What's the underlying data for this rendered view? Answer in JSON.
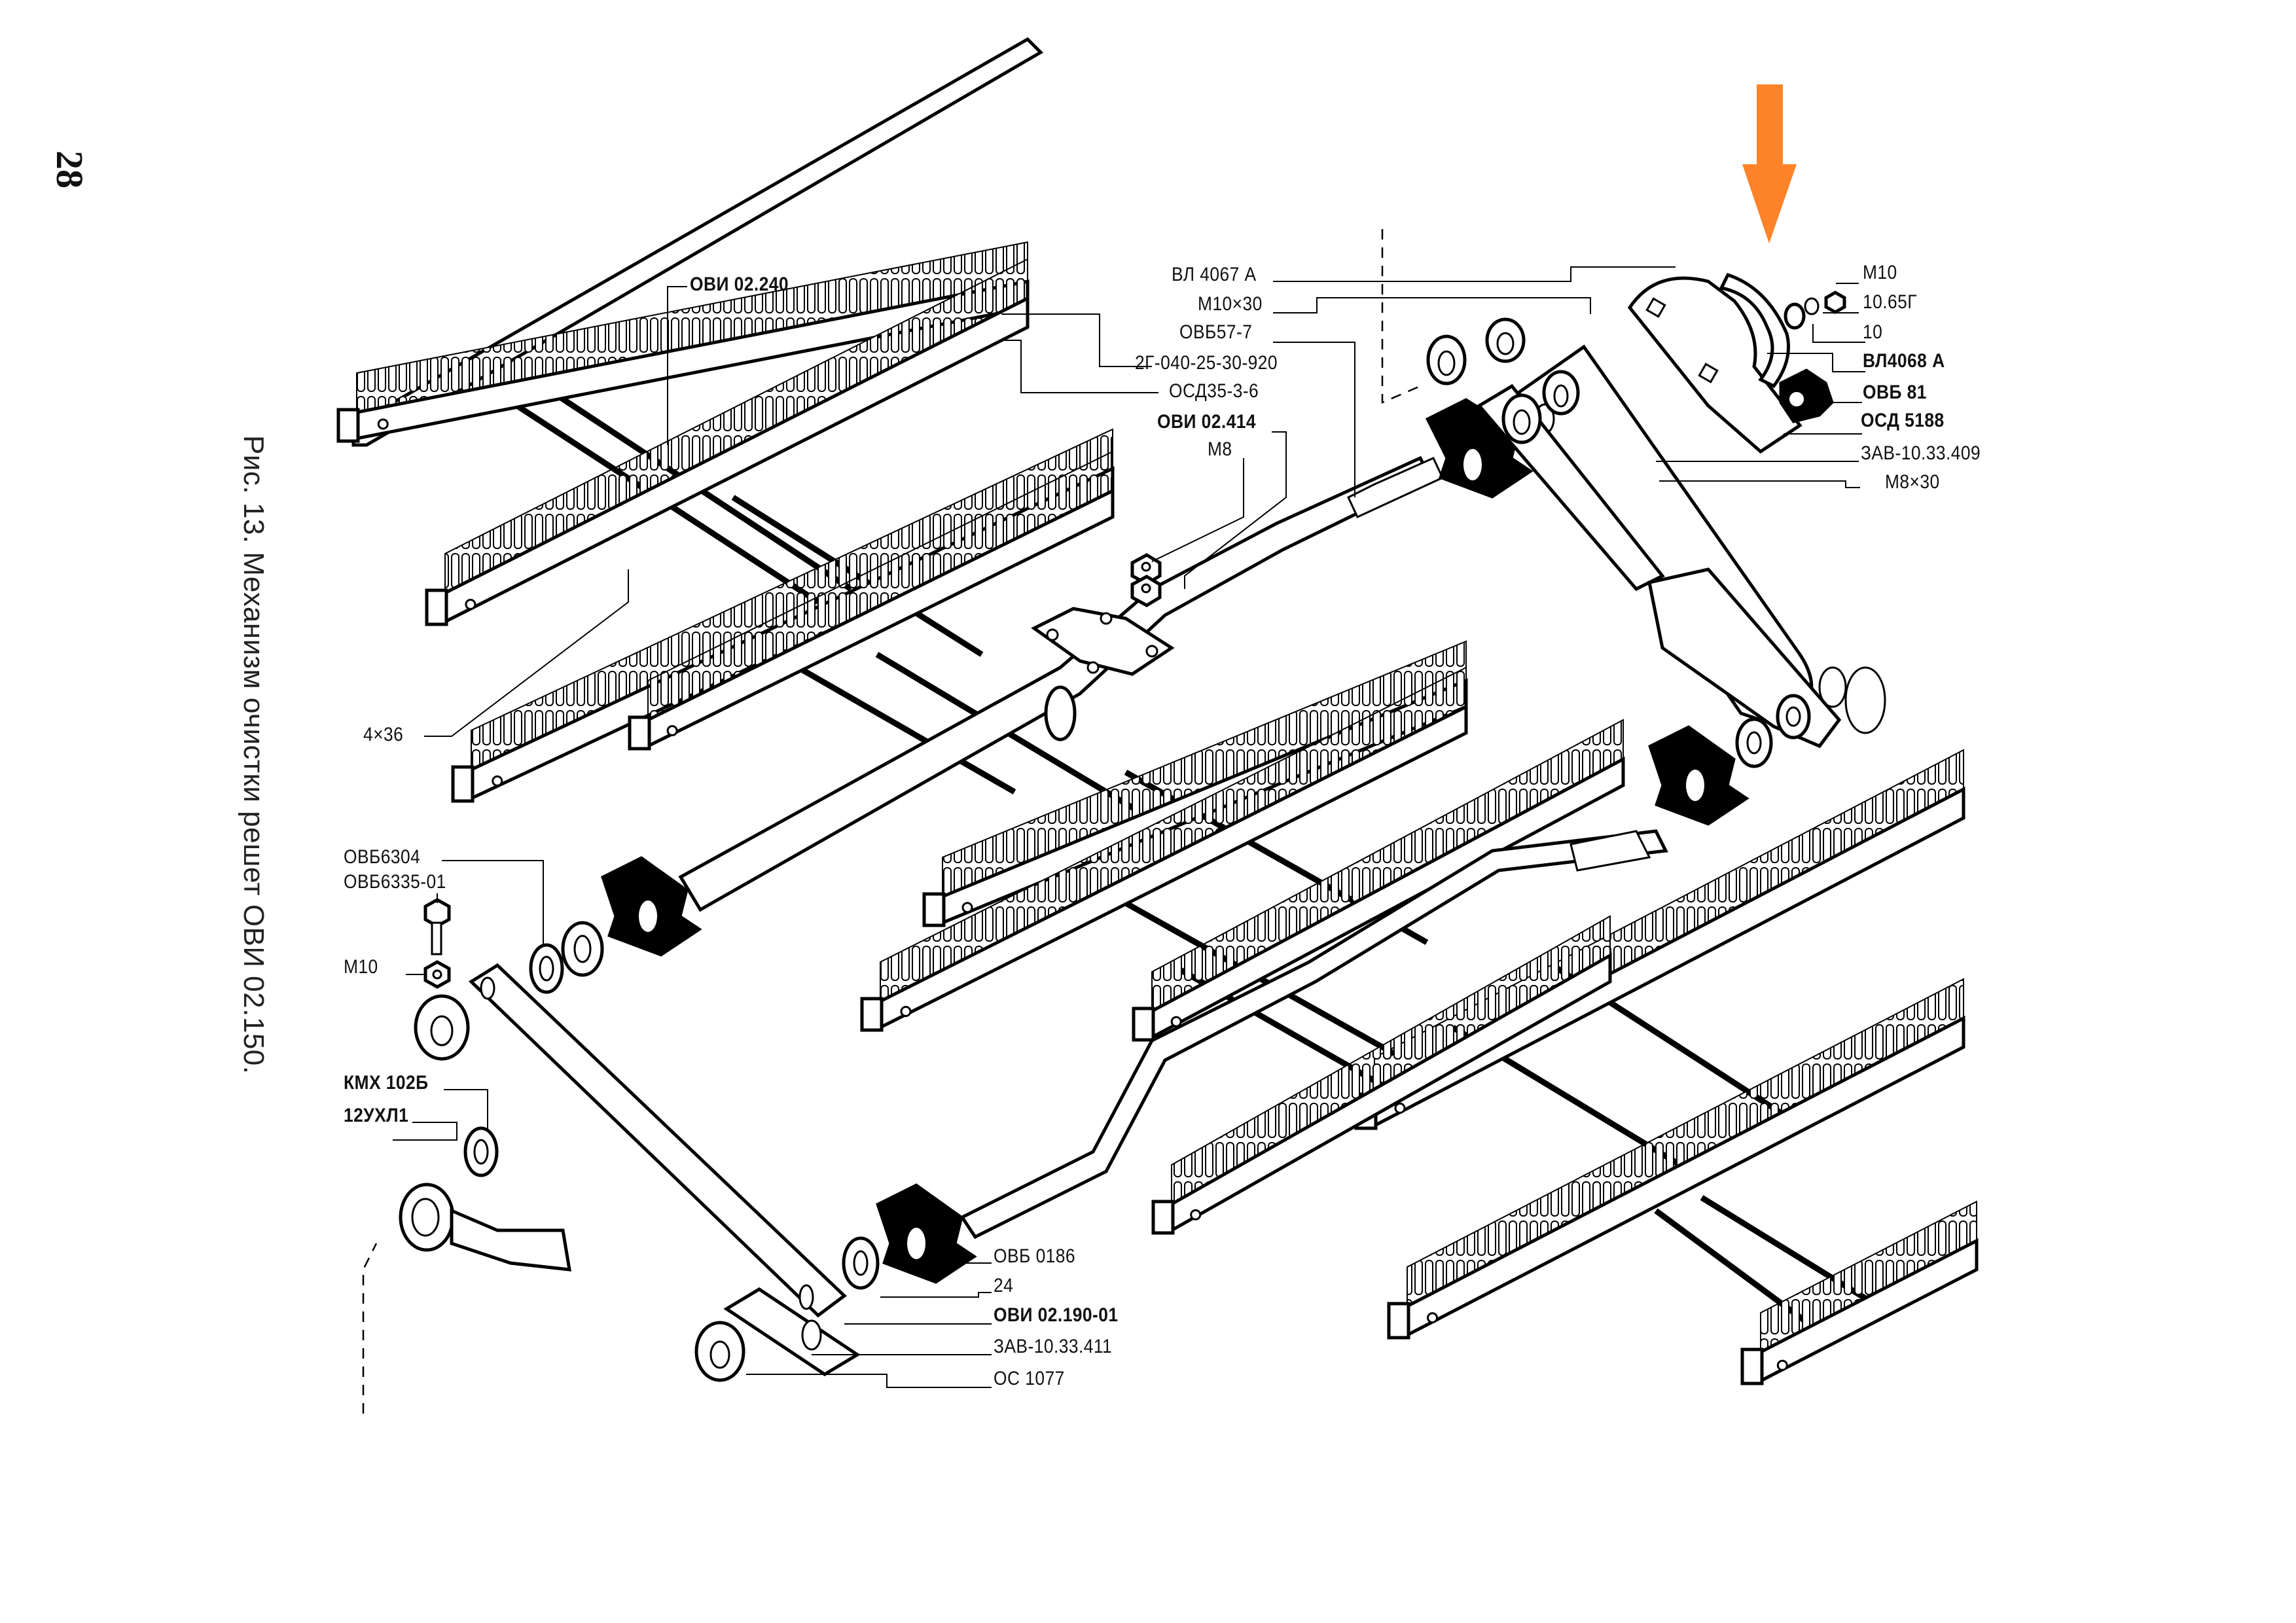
{
  "page": {
    "number": "28",
    "caption": "Рис. 13. Механизм очистки решет ОВИ 02.150."
  },
  "highlight": {
    "icon": "arrow-down-icon",
    "color": "#FF8329"
  },
  "colors": {
    "ink": "#000000",
    "paper": "#FFFFFF",
    "arrow": "#FF8329"
  },
  "callouts": {
    "top_center": [
      {
        "id": "ovi-02-240",
        "text": "ОВИ 02.240"
      },
      {
        "id": "vl4067a",
        "text": "ВЛ 4067 А"
      },
      {
        "id": "m10x30",
        "text": "М10×30"
      },
      {
        "id": "ovb57-7",
        "text": "ОВБ57-7"
      },
      {
        "id": "2g-040",
        "text": "2Г-040-25-30-920"
      },
      {
        "id": "osd35",
        "text": "ОСД35-3-6"
      },
      {
        "id": "ovi-02-414",
        "text": "ОВИ 02.414"
      },
      {
        "id": "m8",
        "text": "М8"
      }
    ],
    "top_right": [
      {
        "id": "m10-nut",
        "text": "М10"
      },
      {
        "id": "washer-1065g",
        "text": "10.65Г"
      },
      {
        "id": "washer-10",
        "text": "10"
      },
      {
        "id": "vl4068a",
        "text": "ВЛ4068 А"
      },
      {
        "id": "ovb81",
        "text": "ОВБ 81"
      },
      {
        "id": "osd5188",
        "text": "ОСД 5188"
      },
      {
        "id": "zav-409",
        "text": "ЗАВ-10.33.409"
      },
      {
        "id": "m8x30",
        "text": "М8×30"
      }
    ],
    "left": [
      {
        "id": "pin-4x36",
        "text": "4×36"
      },
      {
        "id": "ovb6304",
        "text": "ОВБ6304"
      },
      {
        "id": "ovb6335",
        "text": "ОВБ6335-01"
      },
      {
        "id": "m10-left",
        "text": "М10"
      },
      {
        "id": "kmx102b",
        "text": "КМХ 102Б"
      },
      {
        "id": "12uxl1",
        "text": "12УХЛ1"
      }
    ],
    "bottom": [
      {
        "id": "ovb0186",
        "text": "ОВБ 0186"
      },
      {
        "id": "ring-24",
        "text": "24"
      },
      {
        "id": "ovi-02-190",
        "text": "ОВИ 02.190-01"
      },
      {
        "id": "zav-411",
        "text": "ЗАВ-10.33.411"
      },
      {
        "id": "os1077",
        "text": "ОС 1077"
      }
    ]
  }
}
